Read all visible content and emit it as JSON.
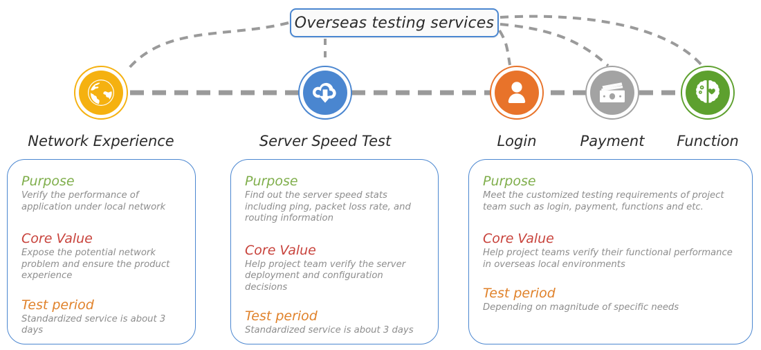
{
  "header": {
    "title": "Overseas testing services"
  },
  "colors": {
    "title_border": "#4a86d0",
    "card_border": "#4a86d0",
    "connector": "#9a9a9a",
    "purpose": "#7fae4b",
    "core_value": "#c8433c",
    "test_period": "#e0822b",
    "body_text": "#8d8d8d"
  },
  "nodes": [
    {
      "id": "network-experience",
      "label": "Network Experience",
      "icon": "globe-icon",
      "color": "#f5b110"
    },
    {
      "id": "server-speed-test",
      "label": "Server Speed Test",
      "icon": "cloud-download-icon",
      "color": "#4a86d0"
    },
    {
      "id": "login",
      "label": "Login",
      "icon": "user-icon",
      "color": "#e8732a"
    },
    {
      "id": "payment",
      "label": "Payment",
      "icon": "banknotes-icon",
      "color": "#a3a3a3"
    },
    {
      "id": "function",
      "label": "Function",
      "icon": "brain-icon",
      "color": "#5da02e"
    }
  ],
  "field_labels": {
    "purpose": "Purpose",
    "core_value": "Core Value",
    "test_period": "Test period"
  },
  "cards": [
    {
      "id": "card-network-experience",
      "purpose": "Verify the performance of application under local network",
      "core_value": "Expose the potential network problem and ensure the product experience",
      "test_period": "Standardized service is about 3 days"
    },
    {
      "id": "card-server-speed-test",
      "purpose": "Find out the server speed stats including ping, packet loss rate, and routing information",
      "core_value": "Help project team verify the server deployment and configuration decisions",
      "test_period": "Standardized service is about 3 days"
    },
    {
      "id": "card-custom-services",
      "purpose": "Meet the customized testing requirements of project team such as login, payment, functions and etc.",
      "core_value": "Help project teams verify their functional performance in overseas local environments",
      "test_period": "Depending on magnitude of specific needs"
    }
  ]
}
